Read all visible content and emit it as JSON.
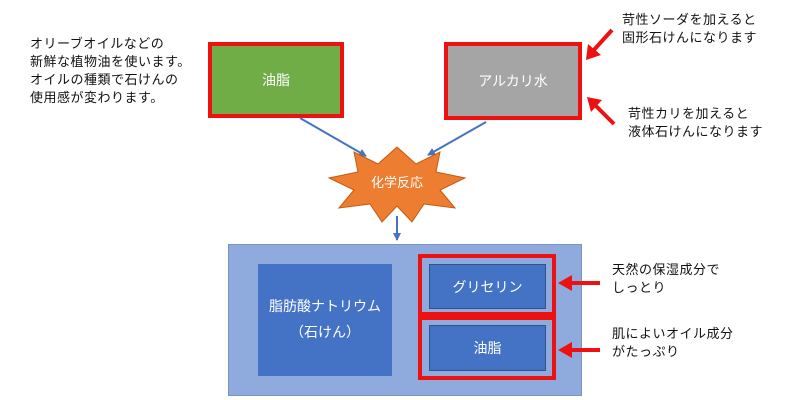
{
  "inputs": {
    "oil_label": "油脂",
    "alkali_label": "アルカリ水"
  },
  "reaction": {
    "label": "化学反応"
  },
  "product": {
    "soap_line1": "脂肪酸ナトリウム",
    "soap_line2": "（石けん）",
    "glycerin_label": "グリセリン",
    "oil_label": "油脂"
  },
  "notes": {
    "oil_note": "オリーブオイルなどの\n新鮮な植物油を使います。\nオイルの種類で石けんの\n使用感が変わります。",
    "naoh_note": "苛性ソーダを加えると\n固形石けんになります",
    "koh_note": "苛性カリを加えると\n液体石けんになります",
    "glycerin_note": "天然の保湿成分で\nしっとり",
    "oil_residue_note": "肌によいオイル成分\nがたっぷり"
  },
  "colors": {
    "oil_green": "#70ad47",
    "alkali_gray": "#a5a5a5",
    "reaction_orange": "#ed7d31",
    "container_blue": "#8faadc",
    "inner_blue": "#4472c4",
    "highlight_red": "#ee1111",
    "connector_blue": "#4472c4"
  }
}
